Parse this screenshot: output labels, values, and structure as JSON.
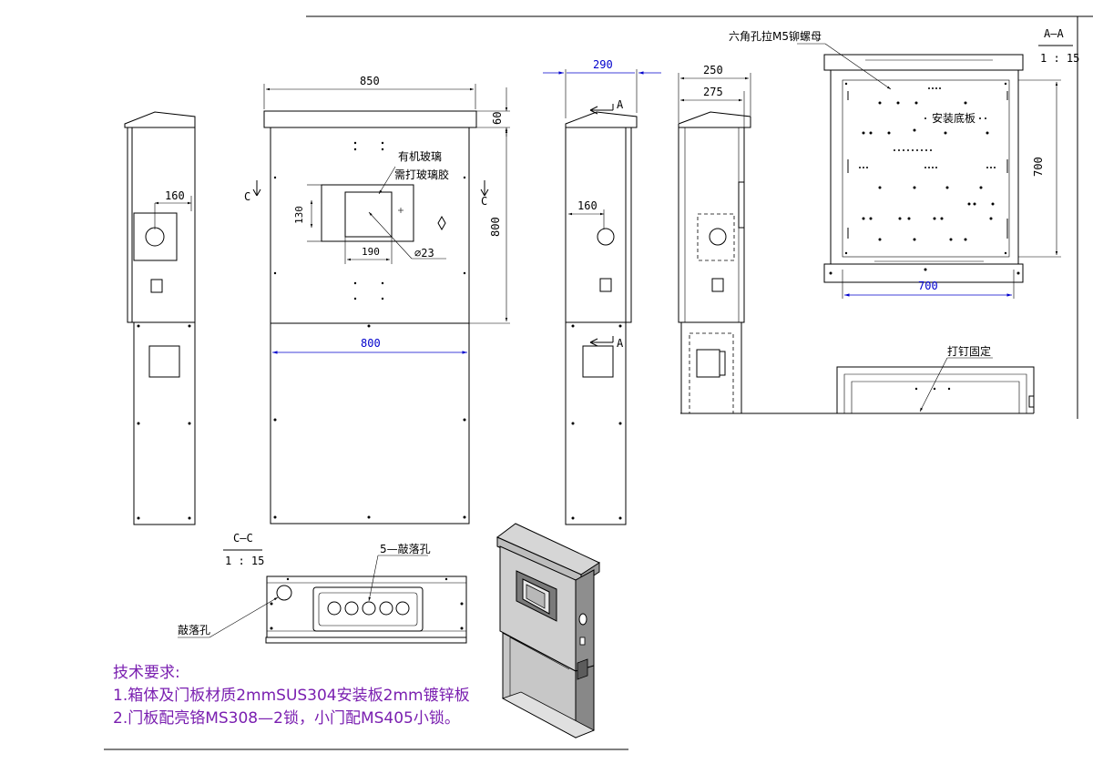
{
  "front_view": {
    "width_dim": "850",
    "roof_dim": "60",
    "height_dim": "800",
    "lower_width_dim": "800",
    "acrylic_label": "有机玻璃",
    "glue_label": "需打玻璃胶",
    "window_height_dim": "130",
    "window_width_dim": "190",
    "hole_dim": "∅23",
    "section_c_left": "C",
    "section_c_right": "C"
  },
  "left_view": {
    "offset_dim": "160"
  },
  "side_view": {
    "depth_dim": "290",
    "offset_dim": "160",
    "section_a_top": "A",
    "section_a_bottom": "A"
  },
  "rear_view": {
    "depth_outer_dim": "250",
    "depth_inner_dim": "275"
  },
  "section_a": {
    "title": "A—A",
    "scale": "1 : 15",
    "rivet_nut_label": "六角孔拉M5铆螺母",
    "mounting_plate_label": "安装底板",
    "height_dim": "700",
    "width_dim": "700",
    "nail_label": "打钉固定"
  },
  "section_c": {
    "title": "C—C",
    "scale": "1 : 15",
    "knockout_group_label": "5—敲落孔",
    "knockout_label": "敲落孔"
  },
  "notes": {
    "title": "技术要求:",
    "line1": "1.箱体及门板材质2mmSUS304安装板2mm镀锌板",
    "line2": "2.门板配亮铬MS308—2锁，小门配MS405小锁。"
  }
}
